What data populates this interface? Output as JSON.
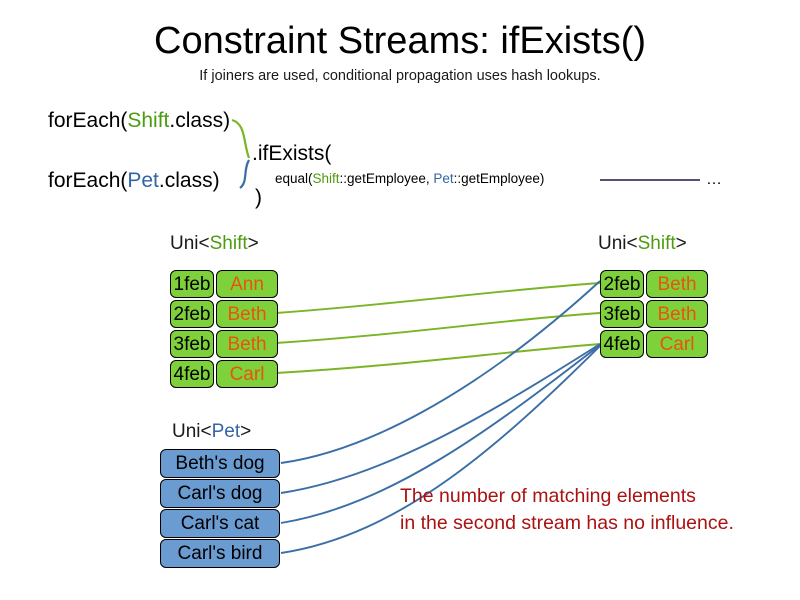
{
  "header": {
    "title": "Constraint Streams: ifExists()",
    "subtitle": "If joiners are used, conditional propagation uses hash lookups."
  },
  "code": {
    "foreach_shift_prefix": "forEach(",
    "foreach_shift_type": "Shift",
    "foreach_shift_suffix": ".class)",
    "foreach_pet_prefix": "forEach(",
    "foreach_pet_type": "Pet",
    "foreach_pet_suffix": ".class)",
    "if_exists": ".ifExists(",
    "equal_prefix": "equal(",
    "equal_left_type": "Shift",
    "equal_left_method": "::getEmployee, ",
    "equal_right_type": "Pet",
    "equal_right_method": "::getEmployee)",
    "close_paren": ")",
    "ellipsis": "…"
  },
  "streams": {
    "left_shift_label_prefix": "Uni<",
    "left_shift_label_type": "Shift",
    "left_shift_label_suffix": ">",
    "right_shift_label_prefix": "Uni<",
    "right_shift_label_type": "Shift",
    "right_shift_label_suffix": ">",
    "pet_label_prefix": "Uni<",
    "pet_label_type": "Pet",
    "pet_label_suffix": ">",
    "left_shift_rows": [
      {
        "date": "1feb",
        "name": "Ann"
      },
      {
        "date": "2feb",
        "name": "Beth"
      },
      {
        "date": "3feb",
        "name": "Beth"
      },
      {
        "date": "4feb",
        "name": "Carl"
      }
    ],
    "right_shift_rows": [
      {
        "date": "2feb",
        "name": "Beth"
      },
      {
        "date": "3feb",
        "name": "Beth"
      },
      {
        "date": "4feb",
        "name": "Carl"
      }
    ],
    "pet_rows": [
      {
        "label": "Beth's dog"
      },
      {
        "label": "Carl's dog"
      },
      {
        "label": "Carl's cat"
      },
      {
        "label": "Carl's bird"
      }
    ]
  },
  "annotation": {
    "line1": "The number of matching elements",
    "line2": "in the second stream has no influence."
  },
  "colors": {
    "shift_green": "#4d9b0e",
    "pet_blue": "#3465a4",
    "box_green_fill": "#7fd13b",
    "box_blue_fill": "#6a9bd1",
    "name_orange": "#e8540c",
    "annotation_red": "#aa1111",
    "green_wire": "#7ab526",
    "blue_wire": "#3a6ea5",
    "equal_wire": "#5b4c7a"
  }
}
